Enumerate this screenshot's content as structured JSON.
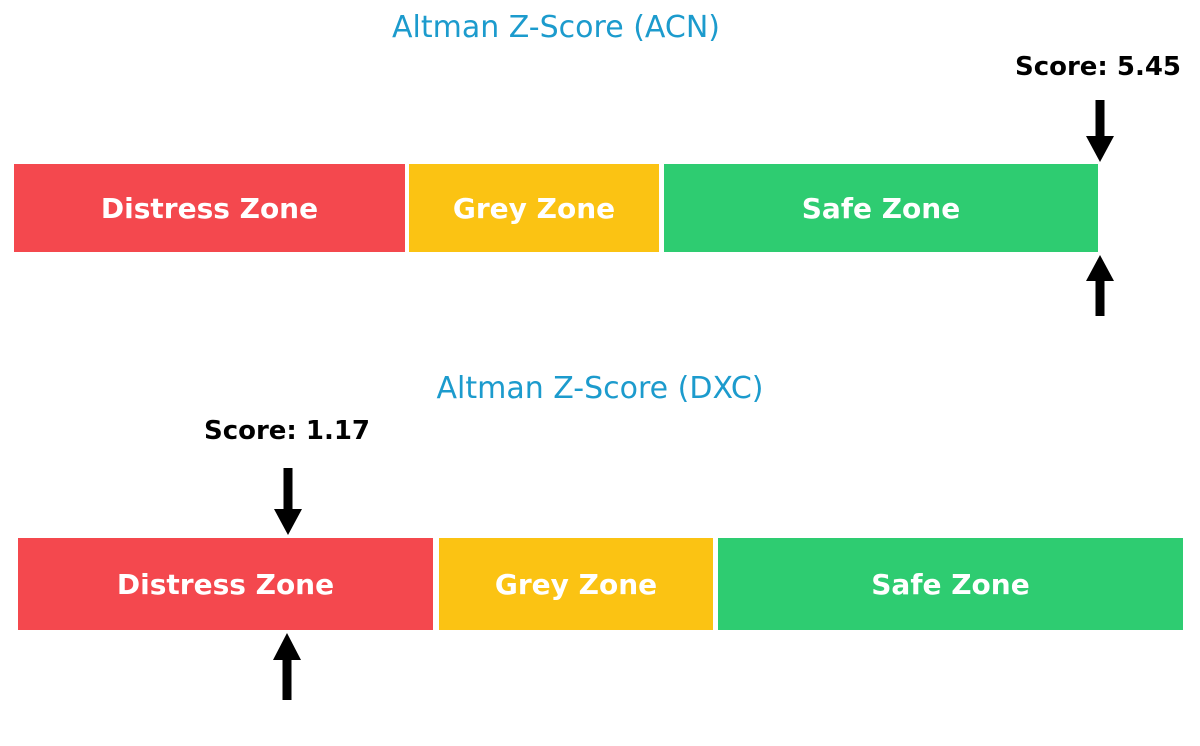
{
  "colors": {
    "background": "#ffffff",
    "title": "#1c9bcd",
    "distress_zone": "#f4484e",
    "grey_zone": "#fbc313",
    "safe_zone": "#2ecc71",
    "zone_label": "#ffffff",
    "score_text": "#000000",
    "arrow": "#000000"
  },
  "charts": [
    {
      "id": "acn",
      "title": "Altman Z-Score (ACN)",
      "score_label": "Score: 5.45",
      "zones": [
        {
          "label": "Distress Zone"
        },
        {
          "label": "Grey Zone"
        },
        {
          "label": "Safe Zone"
        }
      ]
    },
    {
      "id": "dxc",
      "title": "Altman Z-Score (DXC)",
      "score_label": "Score: 1.17",
      "zones": [
        {
          "label": "Distress Zone"
        },
        {
          "label": "Grey Zone"
        },
        {
          "label": "Safe Zone"
        }
      ]
    }
  ],
  "chart_data": [
    {
      "type": "bar",
      "title": "Altman Z-Score (ACN)",
      "ticker": "ACN",
      "score": 5.45,
      "annotation": "Score: 5.45",
      "xlim": [
        0,
        5
      ],
      "score_marker_x": 5.0,
      "zones": [
        {
          "label": "Distress Zone",
          "from": 0,
          "to": 1.81,
          "color": "#f4484e"
        },
        {
          "label": "Grey Zone",
          "from": 1.81,
          "to": 2.99,
          "color": "#fbc313"
        },
        {
          "label": "Safe Zone",
          "from": 2.99,
          "to": 5.0,
          "color": "#2ecc71"
        }
      ],
      "legend": "none",
      "grid": false,
      "axes_visible": false
    },
    {
      "type": "bar",
      "title": "Altman Z-Score (DXC)",
      "ticker": "DXC",
      "score": 1.17,
      "annotation": "Score: 1.17",
      "xlim": [
        0,
        5
      ],
      "score_marker_x": 1.17,
      "zones": [
        {
          "label": "Distress Zone",
          "from": 0,
          "to": 1.81,
          "color": "#f4484e"
        },
        {
          "label": "Grey Zone",
          "from": 1.81,
          "to": 2.99,
          "color": "#fbc313"
        },
        {
          "label": "Safe Zone",
          "from": 2.99,
          "to": 5.0,
          "color": "#2ecc71"
        }
      ],
      "legend": "none",
      "grid": false,
      "axes_visible": false
    }
  ]
}
